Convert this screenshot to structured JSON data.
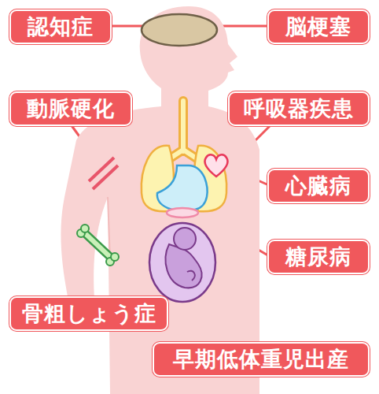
{
  "diagram": {
    "nodes": [
      {
        "text": [
          "認知症"
        ]
      },
      {
        "text": [
          "脳梗塞"
        ]
      },
      {
        "text": [
          "動脈硬化"
        ]
      },
      {
        "text": [
          "呼吸器疾患"
        ]
      },
      {
        "text": [
          "心臓病"
        ]
      },
      {
        "text": [
          "糖尿病"
        ]
      },
      {
        "text": [
          "骨粗しょう症"
        ]
      },
      {
        "text": [
          "早期低体重児出産"
        ]
      }
    ]
  }
}
